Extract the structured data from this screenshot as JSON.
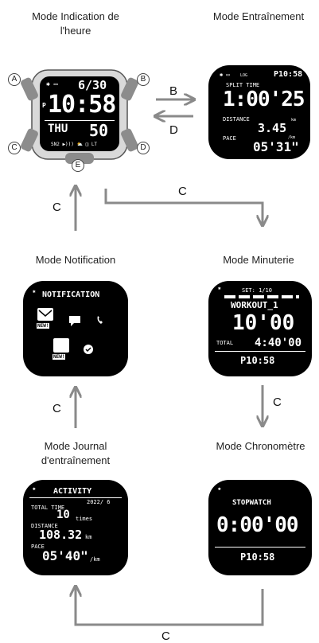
{
  "modes": {
    "time": {
      "title_1": "Mode Indication de",
      "title_2": "l'heure",
      "date": "6/30",
      "time": "10:58",
      "pm": "P",
      "day": "THU",
      "seconds": "50",
      "indicators": "SN2 ▶))) ⛅ ◫ LT",
      "buttons": {
        "a": "A",
        "b": "B",
        "c": "C",
        "d": "D",
        "e": "E"
      }
    },
    "training": {
      "title": "Mode Entraînement",
      "clock": "P10:58",
      "log": "LOG",
      "split_label": "SPLIT TIME",
      "split": "1:00'25",
      "distance_label": "DISTANCE",
      "distance": "3.45",
      "distance_unit": "km",
      "pace_label": "PACE",
      "pace_unit": "/km",
      "pace": "05'31\""
    },
    "notification": {
      "title": "Mode Notification",
      "header": "NOTIFICATION",
      "new_1": "NEW!",
      "new_2": "NEW!"
    },
    "timer": {
      "title": "Mode Minuterie",
      "set": "SET: 1/10",
      "workout": "WORKOUT_1",
      "main": "10'00",
      "total_label": "TOTAL",
      "total": "4:40'00",
      "clock": "P10:58"
    },
    "log": {
      "title_1": "Mode Journal",
      "title_2": "d'entraînement",
      "header": "ACTIVITY",
      "date": "2022/ 6",
      "total_time_label": "TOTAL TIME",
      "times": "10",
      "times_unit": "times",
      "distance_label": "DISTANCE",
      "distance": "108.32",
      "distance_unit": "km",
      "pace_label": "PACE",
      "pace": "05'40\"",
      "pace_unit": "/km"
    },
    "stopwatch": {
      "title": "Mode Chronomètre",
      "header": "STOPWATCH",
      "time": "0:00'00",
      "clock": "P10:58"
    }
  },
  "arrows": {
    "b": "B",
    "d": "D",
    "c1": "C",
    "c2": "C",
    "c3": "C",
    "c4": "C",
    "c5": "C"
  },
  "colors": {
    "arrow": "#8a8a8a",
    "screen": "#000000",
    "bezel": "#8c8c8c"
  }
}
